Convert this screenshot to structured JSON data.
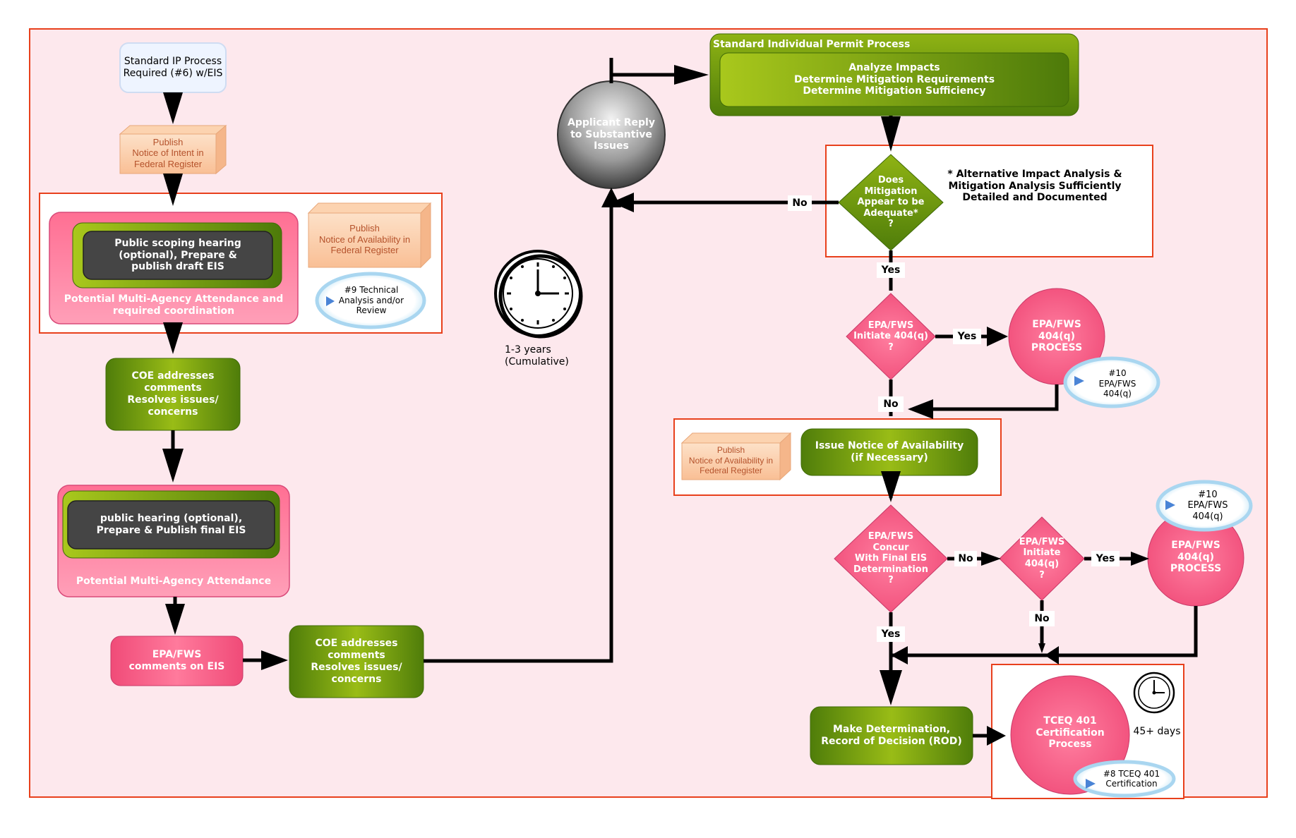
{
  "colors": {
    "frame_border": "#e8401c",
    "background": "#fde8ed",
    "green_dark": "#4f7d0a",
    "green_light": "#a6c41a",
    "pink": "#f04b78",
    "pink_light": "#ff9fb8",
    "orange_note": "#fbc8a2",
    "bubble_blue": "#bfe4f6",
    "dark_box": "#454545"
  },
  "left": {
    "start_box": "Standard IP Process\nRequired (#6) w/EIS",
    "publish_intent": "Publish\nNotice of Intent in\nFederal Register",
    "scoping_box": "Public scoping hearing\n(optional), Prepare &\npublish draft EIS",
    "scoping_caption": "Potential Multi-Agency Attendance and\nrequired coordination",
    "publish_availability": "Publish\nNotice of Availability in\nFederal Register",
    "tech_review_bubble": "#9 Technical\nAnalysis and/or\nReview",
    "coe_comments_1": "COE addresses\ncomments\nResolves issues/\nconcerns",
    "final_eis_box": "public hearing (optional),\nPrepare & Publish final EIS",
    "final_eis_caption": "Potential Multi-Agency Attendance",
    "epa_comments": "EPA/FWS\ncomments on EIS",
    "coe_comments_2": "COE addresses\ncomments\nResolves issues/\nconcerns"
  },
  "middle": {
    "applicant_reply": "Applicant Reply\nto Substantive\nIssues",
    "clock_label": "1-3 years\n(Cumulative)"
  },
  "right": {
    "sip_title": "Standard Individual Permit Process",
    "sip_steps": "Analyze Impacts\nDetermine Mitigation Requirements\nDetermine Mitigation Sufficiency",
    "mitigation_diamond": "Does\nMitigation\nAppear to be\nAdequate*\n?",
    "mitigation_note": "* Alternative Impact Analysis &\nMitigation Analysis Sufficiently\nDetailed and Documented",
    "initiate_404q_1": "EPA/FWS\nInitiate 404(q)\n?",
    "process_404q_1": "EPA/FWS\n404(q)\nPROCESS",
    "bubble_404q_1": "#10\nEPA/FWS\n404(q)",
    "publish_availability_2": "Publish\nNotice of Availability in\nFederal Register",
    "issue_notice": "Issue Notice of Availability\n(if Necessary)",
    "concur_diamond": "EPA/FWS\nConcur\nWith Final EIS\nDetermination\n?",
    "initiate_404q_2": "EPA/FWS\nInitiate\n404(q)\n?",
    "bubble_404q_2": "#10\nEPA/FWS\n404(q)",
    "process_404q_2": "EPA/FWS\n404(q)\nPROCESS",
    "make_determination": "Make Determination,\nRecord of Decision (ROD)",
    "tceq_process": "TCEQ 401\nCertification\nProcess",
    "tceq_bubble": "#8 TCEQ 401\nCertification",
    "tceq_days": "45+ days"
  },
  "edge_labels": {
    "no_mitigation": "No",
    "yes_mitigation": "Yes",
    "yes_initiate_1": "Yes",
    "no_initiate_1": "No",
    "no_concur": "No",
    "yes_initiate_2": "Yes",
    "yes_concur": "Yes",
    "no_initiate_2": "No"
  }
}
